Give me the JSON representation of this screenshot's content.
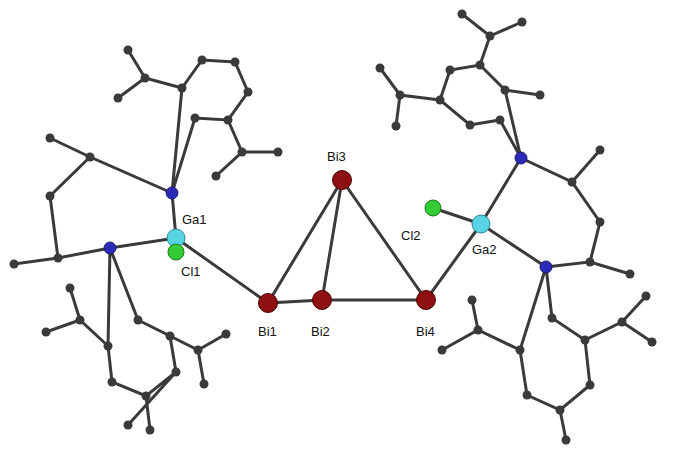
{
  "diagram": {
    "labels": [
      "Bi3",
      "Ga1",
      "Cl1",
      "Bi1",
      "Bi2",
      "Bi4",
      "Cl2",
      "Ga2"
    ]
  }
}
